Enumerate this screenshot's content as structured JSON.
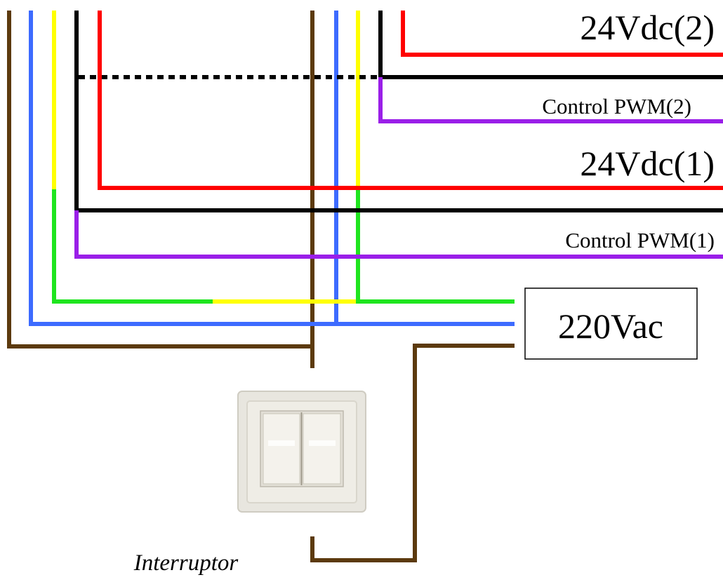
{
  "labels": {
    "dc2": "24Vdc(2)",
    "pwm2": "Control PWM(2)",
    "dc1": "24Vdc(1)",
    "pwm1": "Control PWM(1)",
    "ac": "220Vac",
    "switch": "Interruptor"
  },
  "colors": {
    "brown": "#5c3a0e",
    "blue": "#3d6bff",
    "yellow": "#ffff00",
    "green": "#1fe51f",
    "black": "#000000",
    "red": "#ff0000",
    "purple": "#9a1fe8"
  },
  "switch_icon": "double-light-switch-icon"
}
